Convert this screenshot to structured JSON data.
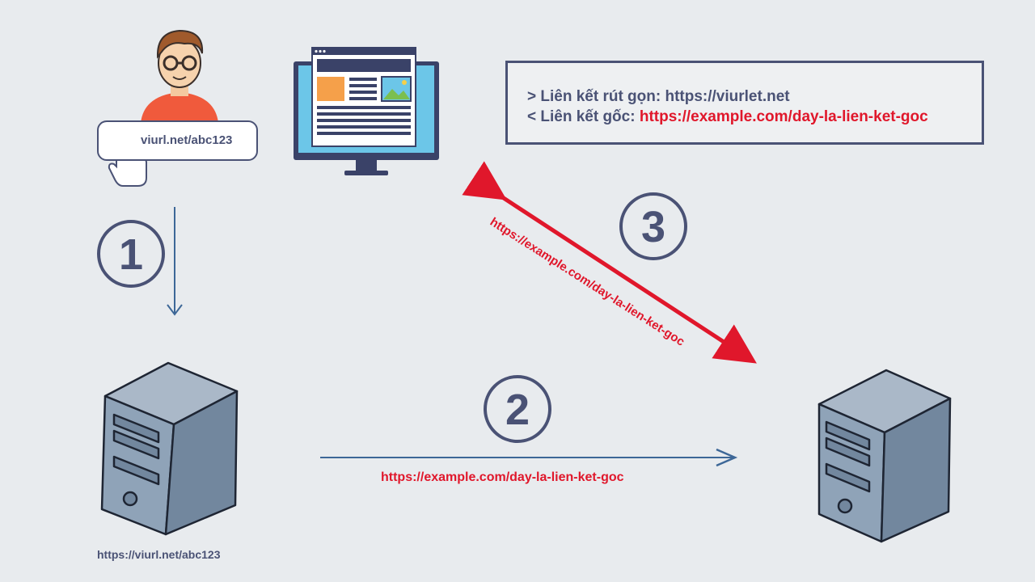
{
  "info_box": {
    "line1_prefix": "> Liên kết rút gọn:",
    "line1_url": "https://viurlet.net",
    "line2_prefix": "< Liên kết gốc:",
    "line2_url": "https://example.com/day-la-lien-ket-goc"
  },
  "user": {
    "short_link": "viurl.net/abc123"
  },
  "steps": {
    "step1": "1",
    "step2": "2",
    "step3": "3"
  },
  "labels": {
    "shortener_server_url": "https://viurl.net/abc123",
    "redirect_url": "https://example.com/day-la-lien-ket-goc",
    "response_url": "https://example.com/day-la-lien-ket-goc"
  },
  "colors": {
    "ink": "#4a5275",
    "accent_red": "#e0172b",
    "arrow_blue": "#3d6797",
    "background": "#e8ebee"
  }
}
